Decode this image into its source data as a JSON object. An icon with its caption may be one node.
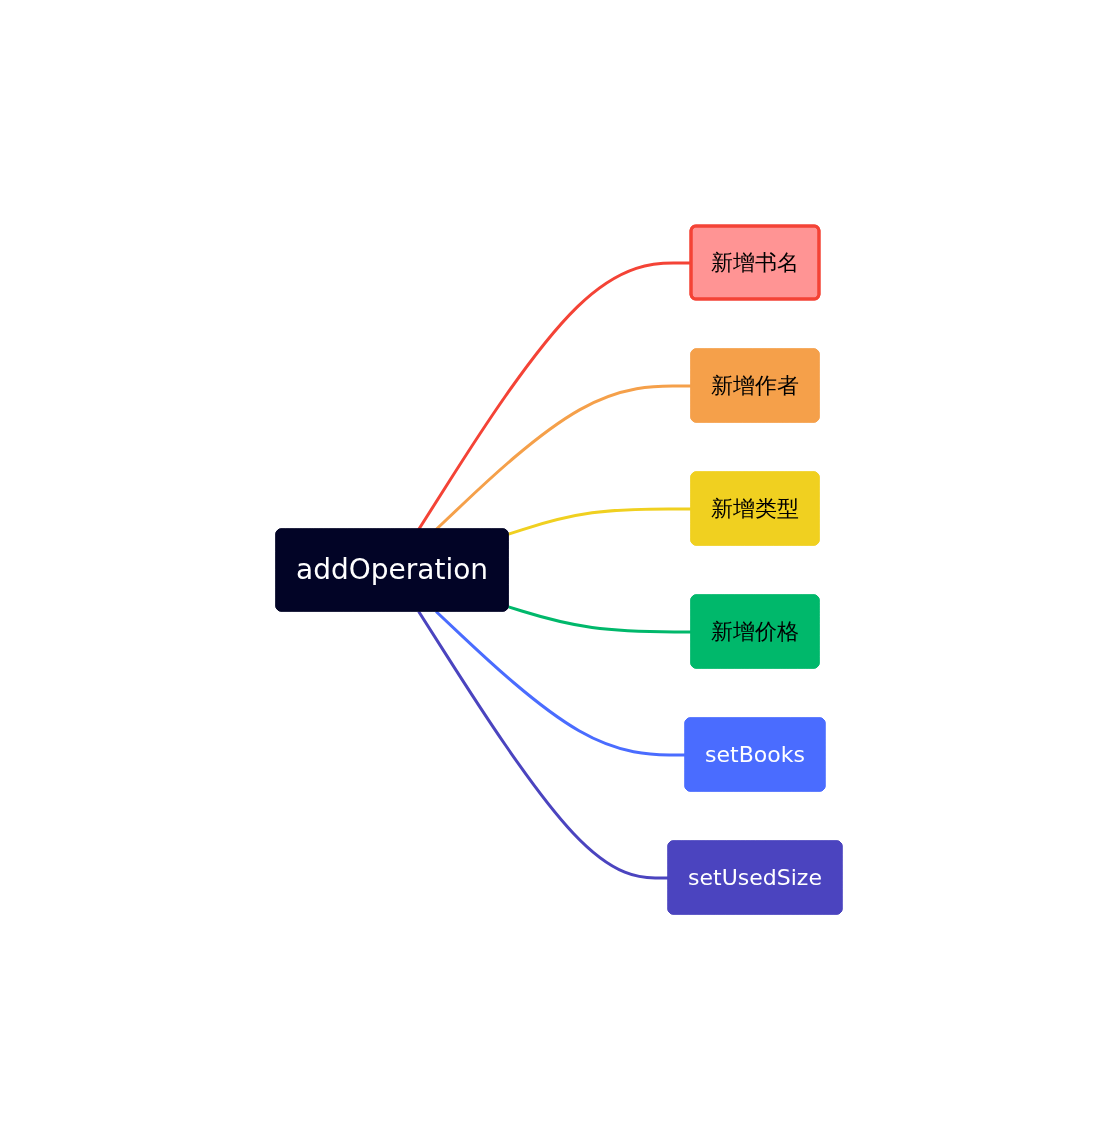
{
  "diagram": {
    "nodes": [
      {
        "text": [
          "addOperation"
        ]
      },
      {
        "text": [
          "新增书名"
        ]
      },
      {
        "text": [
          "新增作者"
        ]
      },
      {
        "text": [
          "新增类型"
        ]
      },
      {
        "text": [
          "新增价格"
        ]
      },
      {
        "text": [
          "setBooks"
        ]
      },
      {
        "text": [
          "setUsedSize"
        ]
      }
    ],
    "edges": [
      {
        "from": 0,
        "to": 1,
        "arrow": "none",
        "color": "#f44336"
      },
      {
        "from": 0,
        "to": 2,
        "arrow": "none",
        "color": "#f5a04a"
      },
      {
        "from": 0,
        "to": 3,
        "arrow": "none",
        "color": "#f0d020"
      },
      {
        "from": 0,
        "to": 4,
        "arrow": "none",
        "color": "#00b86b"
      },
      {
        "from": 0,
        "to": 5,
        "arrow": "none",
        "color": "#4a6cff"
      },
      {
        "from": 0,
        "to": 6,
        "arrow": "none",
        "color": "#4b44bf"
      }
    ]
  }
}
